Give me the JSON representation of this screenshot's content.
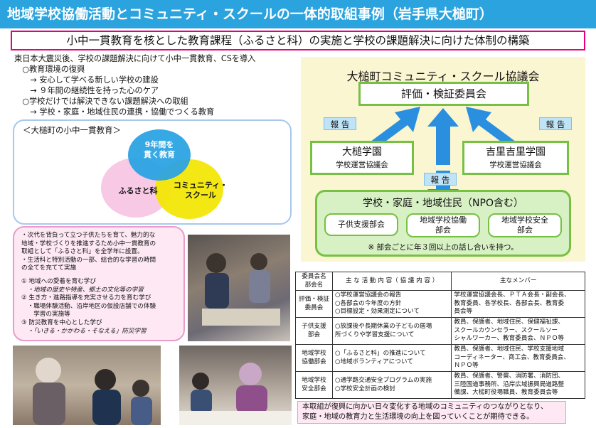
{
  "header": {
    "title": "地域学校協働活動とコミュニティ・スクールの一体的取組事例（岩手県大槌町）",
    "subtitle": "小中一貫教育を核とした教育課程（ふるさと科）の実施と学校の課題解決に向けた体制の構築"
  },
  "intro": {
    "lines": [
      "東日本大震災後、学校の課題解決に向けて小中一貫教育、CSを導入",
      "　○教育環境の復興",
      "　　→ 安心して学べる新しい学校の建設",
      "　　→ ９年間の継続性を持った心のケア",
      "　○学校だけでは解決できない課題解決への取組",
      "　　→ 学校・家庭・地域住民の連携・協働でつくる教育"
    ]
  },
  "compulsory": {
    "heading": "＜大槌町の小中一貫教育＞",
    "venn_top": [
      "9年間を",
      "貫く教育"
    ],
    "venn_left": "ふるさと科",
    "venn_right": [
      "コミュニティ・",
      "スクール"
    ]
  },
  "details": {
    "lines": [
      "・次代を背負って立つ子供たちを育て、魅力的な",
      "地域・学校づくりを推進するため小中一貫教育の",
      "取組として「ふるさと科」を全学年に設置。",
      "・生活科と特別活動の一部、総合的な学習の時間",
      "の全てを充てて実施",
      "",
      "①  地域への愛着を育む学び",
      "　・地域の歴史や特産、郷土の文化等の学習",
      "②  生き方・進路指導を充実させる力を育む学び",
      "　・職場体験活動、沿岸地区の仮設店舗での体験",
      "　　学習の実施等",
      "③  防災教育を中心とした学び",
      "　・「いきる・かかわる・そなえる」防災学習"
    ]
  },
  "council": {
    "title": "大槌町コミュニティ・スクール協議会",
    "committee": "評価・検証委員会",
    "report_label": "報 告",
    "otsuchi_name": "大槌学園",
    "otsuchi_sub": "学校運営協議会",
    "kirikiri_name": "吉里吉里学園",
    "kirikiri_sub": "学校運営協議会",
    "community_title": "学校・家庭・地域住民（NPO含む）",
    "subdepts": [
      [
        "子供支援部会"
      ],
      [
        "地域学校協働",
        "部会"
      ],
      [
        "地域学校安全",
        "部会"
      ]
    ],
    "note": "※ 部会ごとに年３回以上の話し合いを持つ。"
  },
  "table": {
    "headers": [
      [
        "委員会名",
        "部会名"
      ],
      [
        "主 な 活 動 内 容（ 協 議 内 容 ）"
      ],
      [
        "主なメンバー"
      ]
    ],
    "rows": [
      {
        "name": [
          "評価・検証",
          "委員会"
        ],
        "activities": [
          "○学校運営協議会の報告",
          "○各部会の今年度の方針",
          "○目標設定・効果測定について"
        ],
        "members": [
          "学校運営協議会長、ＰＴＡ会長・副会長、",
          "教育委員、各学校長、各部会長、教育委",
          "員会等"
        ]
      },
      {
        "name": [
          "子供支援",
          "部会"
        ],
        "activities": [
          "○放課後や長期休業の子どもの居場",
          "所づくりや学習支援について"
        ],
        "members": [
          "教員、保護者、地域住民、保健福祉課、",
          "スクールカウンセラー、スクールソー",
          "シャルワーカー、教育委員会、ＮＰＯ等"
        ]
      },
      {
        "name": [
          "地域学校",
          "協働部会"
        ],
        "activities": [
          "○「ふるさと科」の推進について",
          "○地域ボランティアについて"
        ],
        "members": [
          "教員、保護者、地域住民、学校支援地域",
          "コーディネーター、商工会、教育委員会、",
          "ＮＰＯ等"
        ]
      },
      {
        "name": [
          "地域学校",
          "安全部会"
        ],
        "activities": [
          "○通学路交通安全プログラムの実施",
          "○学校安全計画の検討"
        ],
        "members": [
          "教員、保護者、警察、消防署、消防団、",
          "三陸国道事務所、沿岸広域振興局道路整",
          "備課、大槌町役場職員、教育委員会等"
        ]
      }
    ]
  },
  "footer": {
    "lines": [
      "本取組が復興に向かい日々変化する地域のコミュニティのつながりとなり、",
      "家庭・地域の教育力と生活環境の向上を図っていくことが期待できる。"
    ]
  },
  "colors": {
    "title_bar": "#2aa3de",
    "subtitle_border": "#e6007e",
    "venn_blue": "#2ba3e3",
    "venn_yellow": "#f3e600",
    "venn_pink": "#f8c9e4",
    "council_bg": "#fbf6d2",
    "green": "#76c043",
    "report_bg": "#bfe3f7",
    "pink_box": "#fde8f3"
  }
}
